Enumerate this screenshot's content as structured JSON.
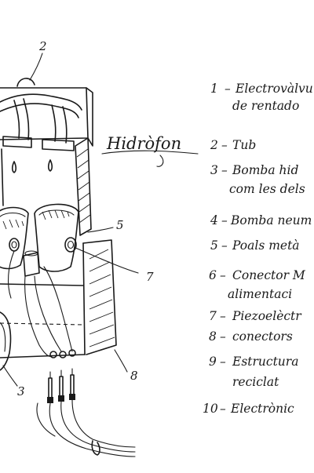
{
  "title": "Hidròfon",
  "callouts": [
    "2",
    "5",
    "7",
    "3",
    "8"
  ],
  "legend": [
    {
      "number": "1",
      "lines": [
        "Electrovàlvu",
        "de rentado"
      ]
    },
    {
      "number": "2",
      "lines": [
        "Tub"
      ]
    },
    {
      "number": "3",
      "lines": [
        "Bomba hid",
        "com les dels"
      ]
    },
    {
      "number": "4",
      "lines": [
        "Bomba neum"
      ]
    },
    {
      "number": "5",
      "lines": [
        "Poals metà"
      ]
    },
    {
      "number": "6",
      "lines": [
        "Conector M",
        "alimentaci"
      ]
    },
    {
      "number": "7",
      "lines": [
        "Piezoelèctr"
      ]
    },
    {
      "number": "8",
      "lines": [
        "conectors"
      ]
    },
    {
      "number": "9",
      "lines": [
        "Estructura",
        "reciclat"
      ]
    },
    {
      "number": "10",
      "lines": [
        "Electrònic"
      ]
    }
  ]
}
